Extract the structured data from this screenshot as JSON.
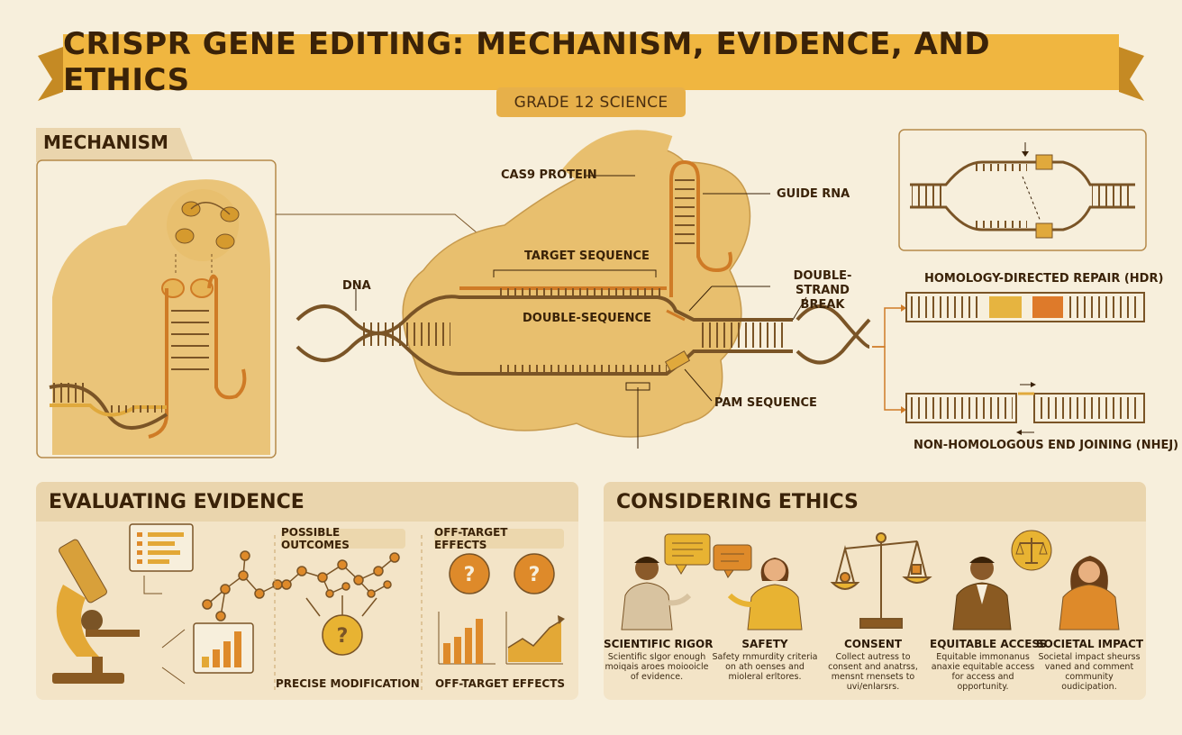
{
  "header": {
    "title": "CRISPR GENE EDITING: MECHANISM, EVIDENCE, AND ETHICS",
    "subtitle": "GRADE 12 SCIENCE"
  },
  "mechanism": {
    "section_label": "MECHANISM",
    "labels": {
      "cas9": "CAS9 PROTEIN",
      "guide_rna": "GUIDE RNA",
      "target_sequence": "TARGET SEQUENCE",
      "dna": "DNA",
      "double_sequence": "DOUBLE-SEQUENCE",
      "double_strand_break": "DOUBLE-STRAND BREAK",
      "pam_sequence": "PAM SEQUENCE"
    }
  },
  "repair": {
    "hdr": "HOMOLOGY-DIRECTED REPAIR (HDR)",
    "nhej": "NON-HOMOLOGOUS END JOINING (NHEJ)"
  },
  "evidence": {
    "section_title": "EVALUATING EVIDENCE",
    "possible_outcomes": "POSSIBLE OUTCOMES",
    "off_target_header": "OFF-TARGET EFFECTS",
    "precise_modification": "PRECISE MODIFICATION",
    "off_target_caption": "OFF-TARGET EFFECTS"
  },
  "ethics": {
    "section_title": "CONSIDERING ETHICS",
    "items": [
      {
        "title": "SCIENTIFIC RIGOR",
        "desc": "Scientific slgor enough moiqais aroes moiooicle of evidence."
      },
      {
        "title": "SAFETY",
        "desc": "Safety rnmurdity criteria on ath oenses and mioleral erltores."
      },
      {
        "title": "CONSENT",
        "desc": "Collect autress to consent and anatrss, mensnt rnensets to uvi/enlarsrs."
      },
      {
        "title": "EQUITABLE ACCESS",
        "desc": "Equitable immonanus anaxie equitable access for access and opportunity."
      },
      {
        "title": "SOCIETAL IMPACT",
        "desc": "Societal impact sheurss vaned and comment community oudicipation."
      }
    ]
  },
  "colors": {
    "background": "#f7efdc",
    "banner": "#f0b640",
    "cas9": "#e8bf6e",
    "dna_brown": "#7a5426",
    "rna_orange": "#cf7b26",
    "accent_orange": "#de8a2a"
  }
}
